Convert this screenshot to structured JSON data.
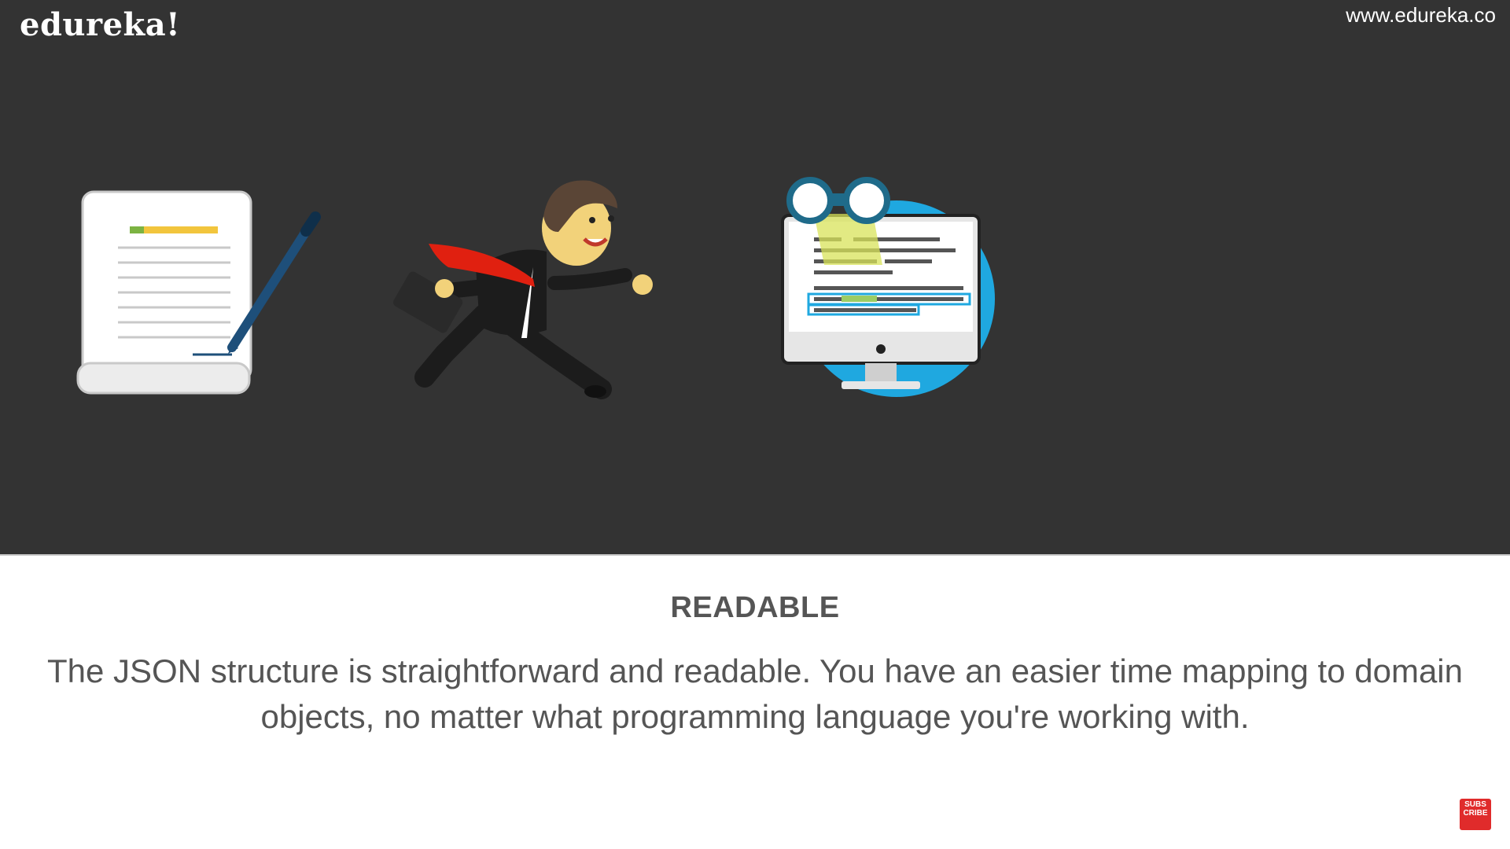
{
  "header": {
    "logo_text": "edureka!",
    "url_text": "www.edureka.co"
  },
  "illustrations": {
    "icons": [
      "document-with-pen-icon",
      "running-businessman-icon",
      "monitor-with-binoculars-icon"
    ]
  },
  "content": {
    "heading": "READABLE",
    "description": "The JSON structure is straightforward and readable. You have an easier time mapping to domain objects, no matter what programming language you're working with."
  },
  "subscribe": {
    "line1": "SUBS",
    "line2": "CRIBE"
  },
  "colors": {
    "top_background": "#333333",
    "accent_blue": "#1fa8e0",
    "tie_red": "#e02010",
    "text_gray": "#555555"
  }
}
